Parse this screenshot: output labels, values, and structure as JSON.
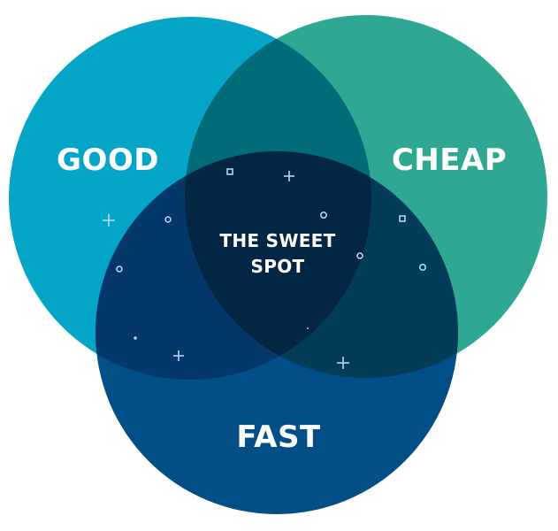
{
  "diagram": {
    "sets": [
      {
        "id": "good",
        "label": "GOOD",
        "color": "#04a5c6"
      },
      {
        "id": "cheap",
        "label": "CHEAP",
        "color": "#2ea892"
      },
      {
        "id": "fast",
        "label": "FAST",
        "color": "#024e87"
      }
    ],
    "overlap_colors": {
      "good_cheap": "#006c7a",
      "good_fast": "#04386a",
      "cheap_fast": "#033c59",
      "all_three": "#022644"
    },
    "center_label_line1": "THE SWEET",
    "center_label_line2": "SPOT"
  }
}
